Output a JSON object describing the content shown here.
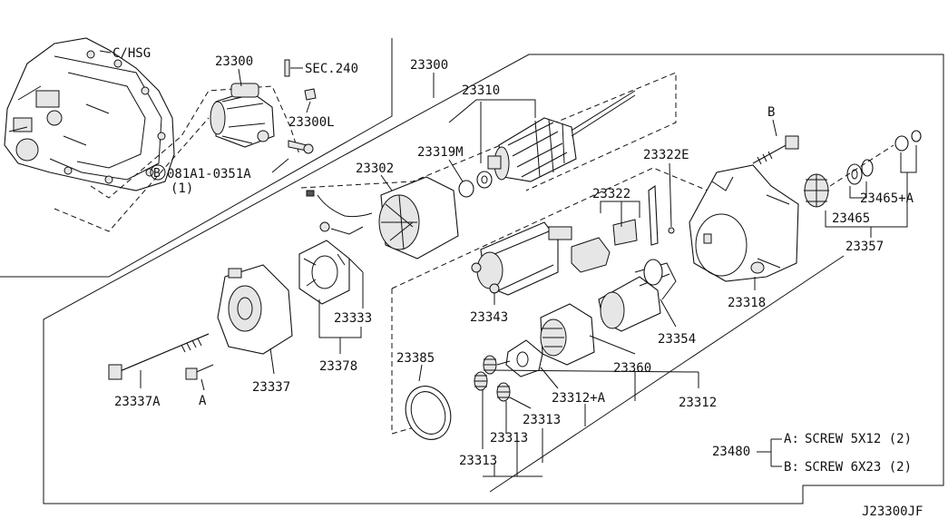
{
  "diagram_code": "J23300JF",
  "labels": {
    "c_hsg": "C/HSG",
    "starter_top": "23300",
    "starter_main": "23300",
    "sec240": "SEC.240",
    "nut": "23300L",
    "bolt_code": "081A1-0351A",
    "bolt_circle": "B",
    "bolt_qty": "(1)",
    "armature": "23310",
    "washer": "23319M",
    "yoke": "23302",
    "bolt_b": "B",
    "shim_e": "23322E",
    "shim": "23322",
    "lever_set": "23465+A",
    "lever": "23465",
    "housing_kit": "23357",
    "housing": "23318",
    "switch": "23343",
    "brush_holder": "23333",
    "brush_kit": "23378",
    "rear_cover": "23337",
    "through_bolt": "23337A",
    "screw_a": "A",
    "seal": "23385",
    "clutch": "23354",
    "internal_gear": "23360",
    "shaft_set": "23312+A",
    "shaft": "23312",
    "gear_1": "23313",
    "gear_2": "23313",
    "gear_3": "23313",
    "screw_kit": "23480"
  },
  "legend": [
    {
      "key": "A",
      "text": "SCREW 5X12 (2)"
    },
    {
      "key": "B",
      "text": "SCREW 6X23 (2)"
    }
  ]
}
